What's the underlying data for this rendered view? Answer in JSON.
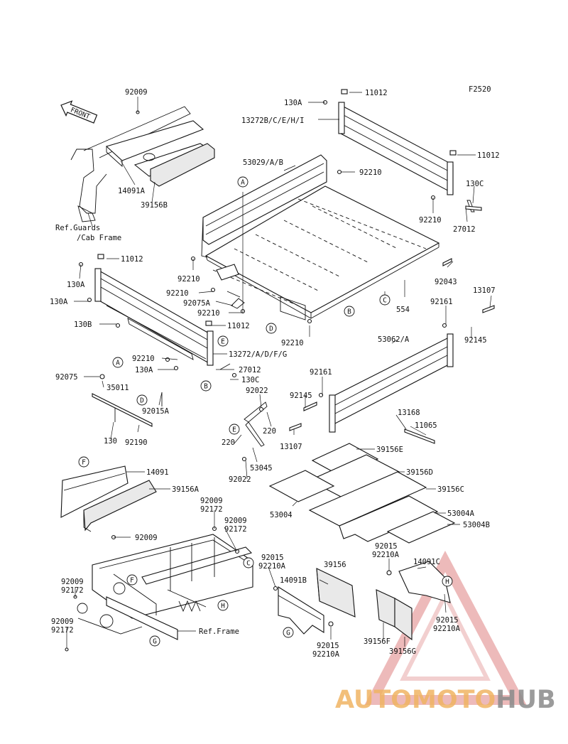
{
  "figure_code": "F2520",
  "front_label": "FRONT",
  "labels": [
    {
      "id": "l1",
      "text": "92009"
    },
    {
      "id": "l2",
      "text": "14091A"
    },
    {
      "id": "l3",
      "text": "39156B"
    },
    {
      "id": "l4",
      "text": "Ref.Guards"
    },
    {
      "id": "l5",
      "text": "/Cab Frame"
    },
    {
      "id": "l6",
      "text": "130A"
    },
    {
      "id": "l7",
      "text": "11012"
    },
    {
      "id": "l8",
      "text": "13272B/C/E/H/I"
    },
    {
      "id": "l9",
      "text": "53029/A/B"
    },
    {
      "id": "l10",
      "text": "92210"
    },
    {
      "id": "l11",
      "text": "11012"
    },
    {
      "id": "l12",
      "text": "130C"
    },
    {
      "id": "l13",
      "text": "92210"
    },
    {
      "id": "l14",
      "text": "27012"
    },
    {
      "id": "l15",
      "text": "11012"
    },
    {
      "id": "l16",
      "text": "130A"
    },
    {
      "id": "l17",
      "text": "130A"
    },
    {
      "id": "l18",
      "text": "130B"
    },
    {
      "id": "l19",
      "text": "92210"
    },
    {
      "id": "l20",
      "text": "92210"
    },
    {
      "id": "l21",
      "text": "92075A"
    },
    {
      "id": "l22",
      "text": "92210"
    },
    {
      "id": "l23",
      "text": "11012"
    },
    {
      "id": "l24",
      "text": "92210"
    },
    {
      "id": "l25",
      "text": "92043"
    },
    {
      "id": "l26",
      "text": "554"
    },
    {
      "id": "l27",
      "text": "13107"
    },
    {
      "id": "l28",
      "text": "92161"
    },
    {
      "id": "l29",
      "text": "92145"
    },
    {
      "id": "l30",
      "text": "53062/A"
    },
    {
      "id": "l31",
      "text": "13272/A/D/F/G"
    },
    {
      "id": "l32",
      "text": "92210"
    },
    {
      "id": "l33",
      "text": "130A"
    },
    {
      "id": "l34",
      "text": "27012"
    },
    {
      "id": "l35",
      "text": "130C"
    },
    {
      "id": "l36",
      "text": "92075"
    },
    {
      "id": "l37",
      "text": "35011"
    },
    {
      "id": "l38",
      "text": "92015A"
    },
    {
      "id": "l39",
      "text": "130"
    },
    {
      "id": "l40",
      "text": "92190"
    },
    {
      "id": "l41",
      "text": "92022"
    },
    {
      "id": "l42",
      "text": "92161"
    },
    {
      "id": "l43",
      "text": "92145"
    },
    {
      "id": "l44",
      "text": "220"
    },
    {
      "id": "l45",
      "text": "220"
    },
    {
      "id": "l46",
      "text": "13107"
    },
    {
      "id": "l47",
      "text": "53045"
    },
    {
      "id": "l48",
      "text": "92022"
    },
    {
      "id": "l49",
      "text": "13168"
    },
    {
      "id": "l50",
      "text": "11065"
    },
    {
      "id": "l51",
      "text": "39156E"
    },
    {
      "id": "l52",
      "text": "39156D"
    },
    {
      "id": "l53",
      "text": "39156C"
    },
    {
      "id": "l54",
      "text": "53004"
    },
    {
      "id": "l55",
      "text": "53004A"
    },
    {
      "id": "l56",
      "text": "53004B"
    },
    {
      "id": "l57",
      "text": "14091"
    },
    {
      "id": "l58",
      "text": "39156A"
    },
    {
      "id": "l59",
      "text": "92009"
    },
    {
      "id": "l60",
      "text": "92172"
    },
    {
      "id": "l61",
      "text": "92009"
    },
    {
      "id": "l62",
      "text": "92172"
    },
    {
      "id": "l63",
      "text": "92009"
    },
    {
      "id": "l64",
      "text": "92009"
    },
    {
      "id": "l65",
      "text": "92172"
    },
    {
      "id": "l66",
      "text": "92009"
    },
    {
      "id": "l67",
      "text": "92172"
    },
    {
      "id": "l68",
      "text": "Ref.Frame"
    },
    {
      "id": "l69",
      "text": "92015"
    },
    {
      "id": "l70",
      "text": "92210A"
    },
    {
      "id": "l71",
      "text": "14091B"
    },
    {
      "id": "l72",
      "text": "39156"
    },
    {
      "id": "l73",
      "text": "92015"
    },
    {
      "id": "l74",
      "text": "92210A"
    },
    {
      "id": "l75",
      "text": "92015"
    },
    {
      "id": "l76",
      "text": "92210A"
    },
    {
      "id": "l77",
      "text": "14091C"
    },
    {
      "id": "l78",
      "text": "92015"
    },
    {
      "id": "l79",
      "text": "92210A"
    },
    {
      "id": "l80",
      "text": "39156F"
    },
    {
      "id": "l81",
      "text": "39156G"
    }
  ],
  "callouts": [
    {
      "id": "c1",
      "letter": "A"
    },
    {
      "id": "c2",
      "letter": "A"
    },
    {
      "id": "c3",
      "letter": "B"
    },
    {
      "id": "c4",
      "letter": "B"
    },
    {
      "id": "c5",
      "letter": "C"
    },
    {
      "id": "c6",
      "letter": "C"
    },
    {
      "id": "c7",
      "letter": "D"
    },
    {
      "id": "c8",
      "letter": "D"
    },
    {
      "id": "c9",
      "letter": "E"
    },
    {
      "id": "c10",
      "letter": "E"
    },
    {
      "id": "c11",
      "letter": "F"
    },
    {
      "id": "c12",
      "letter": "F"
    },
    {
      "id": "c13",
      "letter": "G"
    },
    {
      "id": "c14",
      "letter": "G"
    },
    {
      "id": "c15",
      "letter": "H"
    },
    {
      "id": "c16",
      "letter": "H"
    }
  ],
  "watermark": {
    "part1": "AUTOMOTO",
    "part2": "HUB",
    "color1": "#f0b463",
    "color2": "#8a8a8a",
    "triangle_color": "#e8a0a0"
  }
}
